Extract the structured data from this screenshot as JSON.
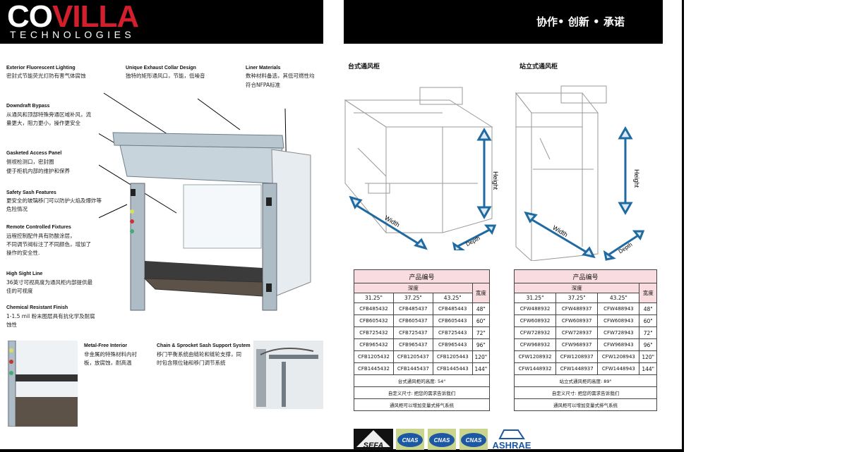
{
  "brand": {
    "logo_white": "CO",
    "logo_red": "VILLA",
    "subtitle": "TECHNOLOGIES",
    "accent_color": "#d31f2c"
  },
  "slogan": "协作• 创新 • 承诺",
  "features": [
    {
      "title": "Exterior Fluorescent Lighting",
      "desc": "密封式节能荧光灯防有害气体腐蚀"
    },
    {
      "title": "Unique Exhaust Collar Design",
      "desc": "独特的矩形通风口，节能，低噪音"
    },
    {
      "title": "Liner Materials",
      "desc_line1": "数种材料备选，其低可燃性均",
      "desc_line2": "符合NFPA标准"
    },
    {
      "title": "Downdraft Bypass",
      "desc_line1": "从通风和顶部特殊旁通区域补风，流",
      "desc_line2": "量更大，阻力更小，操作更安全"
    },
    {
      "title": "Gasketed Access Panel",
      "desc_line1": "侧视检测口，密封圈",
      "desc_line2": "便于柜机内部的维护和保养"
    },
    {
      "title": "Safety Sash Features",
      "desc_line1": "更安全的玻璃移门可以防护火焰及爆炸等",
      "desc_line2": "危险情况"
    },
    {
      "title": "Remote Controlled Fixtures",
      "desc_line1": "远程控制配件具有防酸涂层，",
      "desc_line2": "不同调节阀标注了不同颜色，增加了",
      "desc_line3": "操作的安全性."
    },
    {
      "title": "High Sight Line",
      "desc_line1": "36英寸可视高度为通风柜内部提供最",
      "desc_line2": "佳的可视度"
    },
    {
      "title": "Chemical Resistant Finish",
      "desc_line1": "1-1.5 mil 粉末图层具有抗化学及耐腐",
      "desc_line2": "蚀性"
    },
    {
      "title": "Metal-Free Interior",
      "desc_line1": "非金属的特殊材料内衬",
      "desc_line2": "板，放腐蚀，耐高温"
    },
    {
      "title": "Chain & Sprocket Sash Support System",
      "desc_line1": "移门平衡系统由链轮和链轮支撑，同",
      "desc_line2": "时包含限位轴和移门调节系统"
    }
  ],
  "hoods": [
    {
      "title": "台式通风柜",
      "height_label": "Height",
      "width_label": "Width",
      "depth_label": "Depth"
    },
    {
      "title": "站立式通风柜",
      "height_label": "Height",
      "width_label": "Width",
      "depth_label": "Depth"
    }
  ],
  "tables": [
    {
      "header": "产品编号",
      "depth_label": "深度",
      "width_label": "宽度",
      "depths": [
        "31.25\"",
        "37.25\"",
        "43.25\""
      ],
      "rows": [
        [
          "CFB485432",
          "CFB485437",
          "CFB485443",
          "48\""
        ],
        [
          "CFB605432",
          "CFB605437",
          "CFB605443",
          "60\""
        ],
        [
          "CFB725432",
          "CFB725437",
          "CFB725443",
          "72\""
        ],
        [
          "CFB965432",
          "CFB965437",
          "CFB965443",
          "96\""
        ],
        [
          "CFB1205432",
          "CFB1205437",
          "CFB1205443",
          "120\""
        ],
        [
          "CFB1445432",
          "CFB1445437",
          "CFB1445443",
          "144\""
        ]
      ],
      "notes": [
        "台式通风柜的高度: 54\"",
        "自定义尺寸: 把您的需求告诉我们",
        "通风柜可以增加变量式排气系统"
      ]
    },
    {
      "header": "产品编号",
      "depth_label": "深度",
      "width_label": "宽度",
      "depths": [
        "31.25\"",
        "37.25\"",
        "43.25\""
      ],
      "rows": [
        [
          "CFW488932",
          "CFW488937",
          "CFW488943",
          "48\""
        ],
        [
          "CFW608932",
          "CFW608937",
          "CFW608943",
          "60\""
        ],
        [
          "CFW728932",
          "CFW728937",
          "CFW728943",
          "72\""
        ],
        [
          "CFW968932",
          "CFW968937",
          "CFW968943",
          "96\""
        ],
        [
          "CFW1208932",
          "CFW1208937",
          "CFW1208943",
          "120\""
        ],
        [
          "CFW1448932",
          "CFW1448937",
          "CFW1448943",
          "144\""
        ]
      ],
      "notes": [
        "站立式通风柜的高度: 89\"",
        "自定义尺寸: 把您的需求告诉我们",
        "通风柜可以增加变量式排气系统"
      ]
    }
  ],
  "certs": [
    "SEFA",
    "CNAS",
    "CNAS",
    "CNAS",
    "ASHRAE"
  ]
}
